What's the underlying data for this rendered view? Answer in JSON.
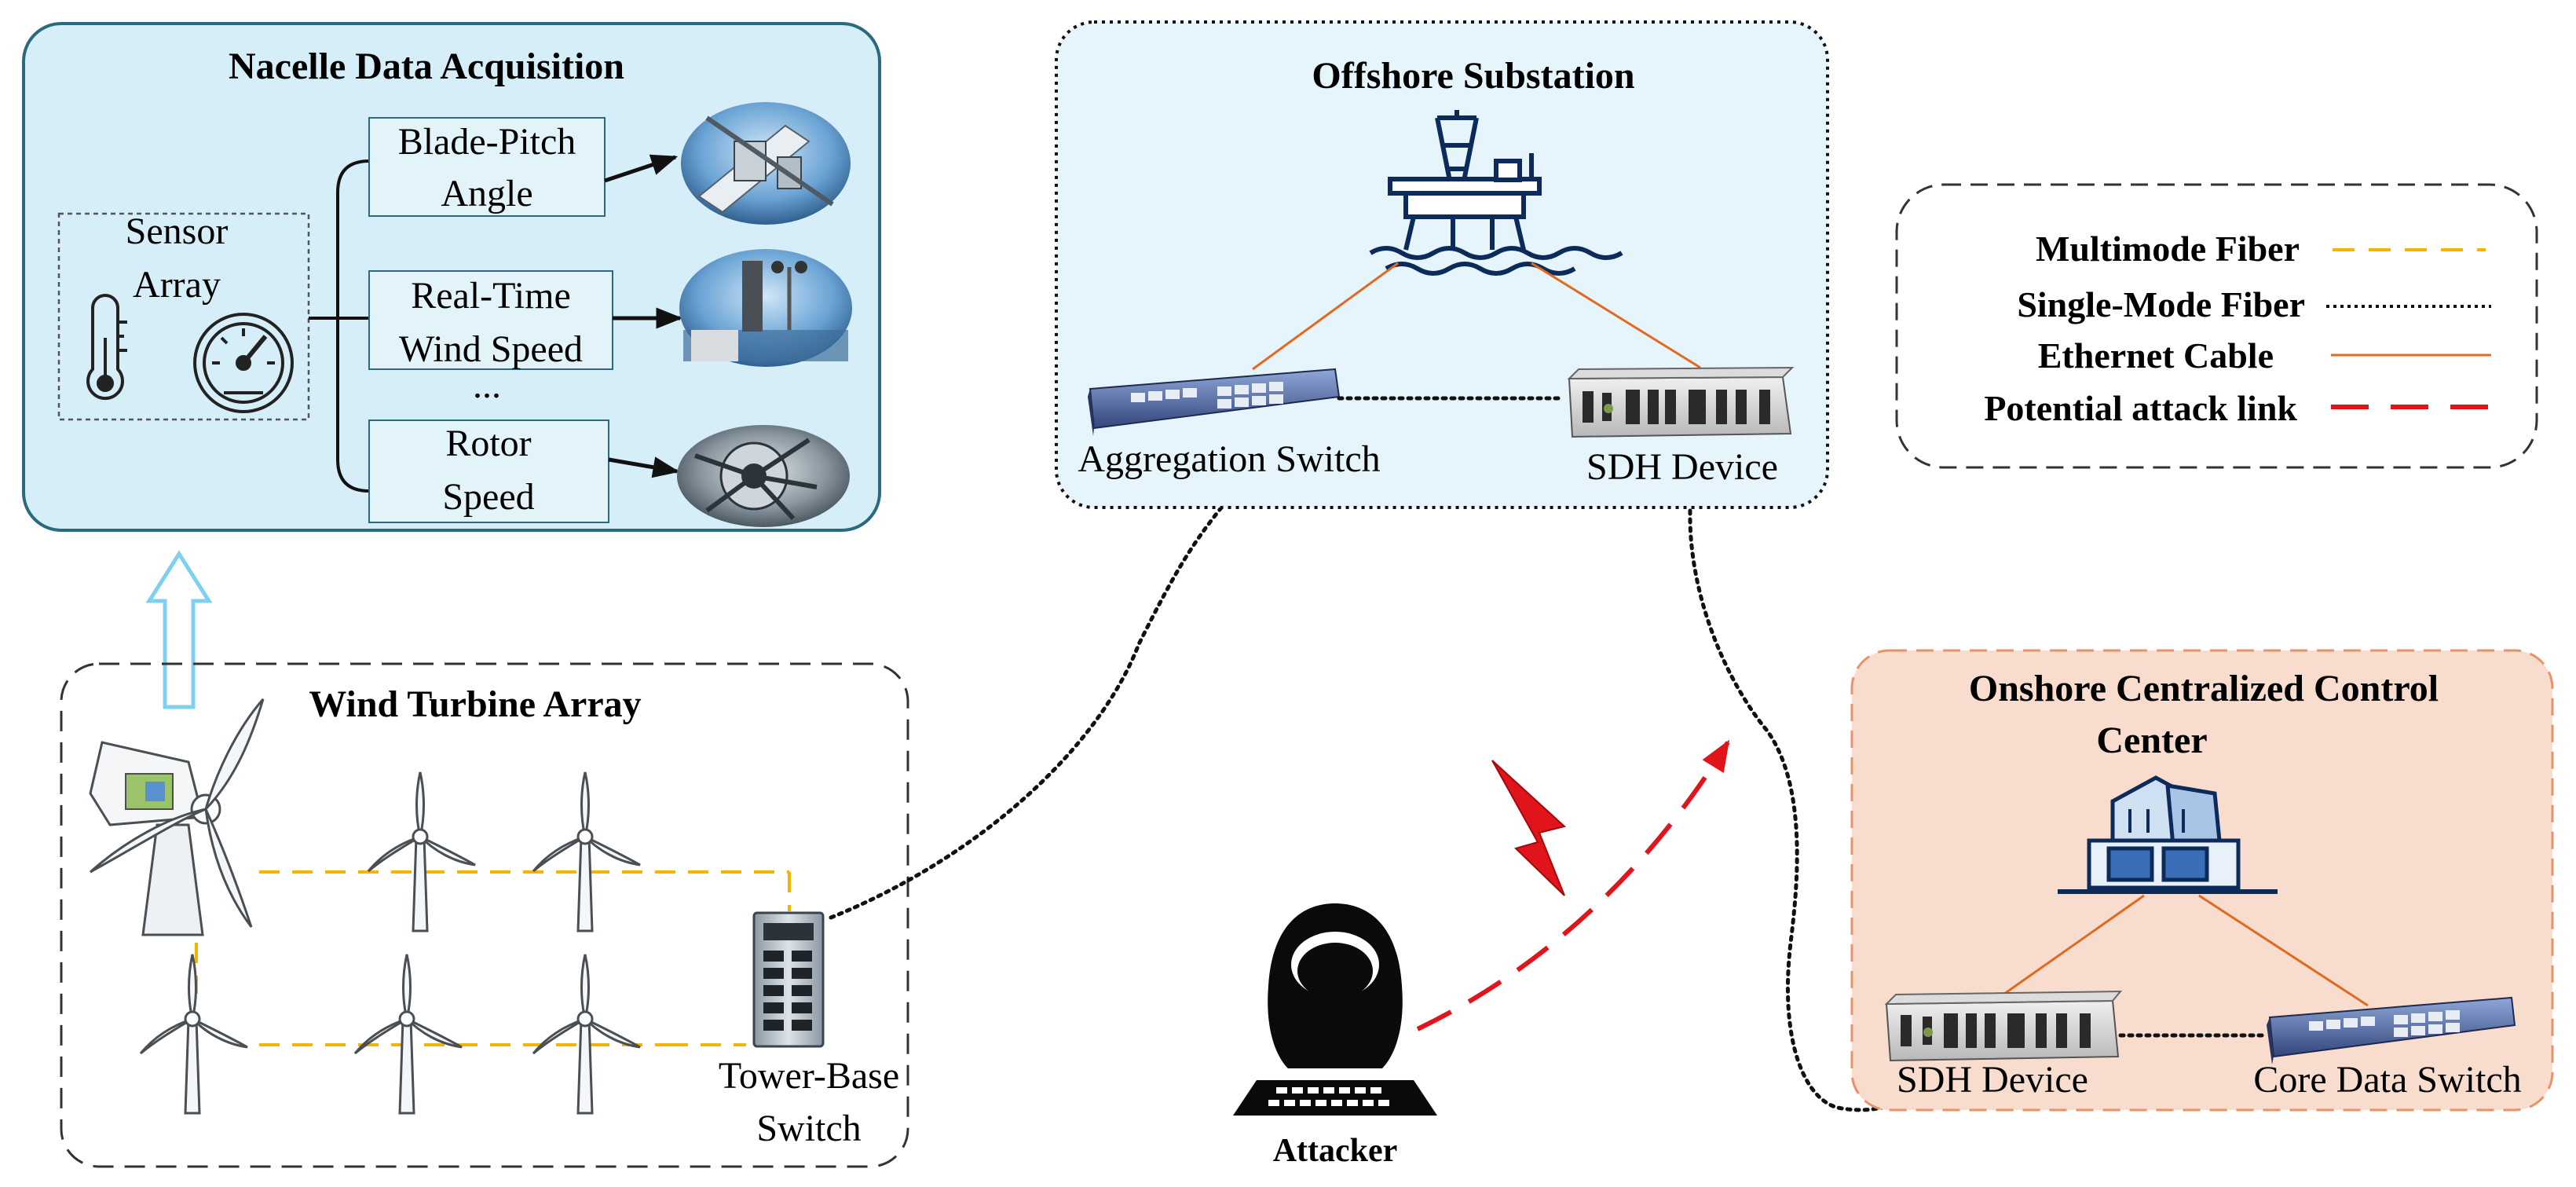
{
  "colors": {
    "nacelle_fill": "#d6eef8",
    "nacelle_stroke": "#2a6a7c",
    "offshore_fill": "#e6f5fb",
    "onshore_fill": "#f8dccd",
    "onshore_stroke": "#e8926a",
    "multimode": "#f2b500",
    "singlemode": "#111111",
    "ethernet": "#e06a22",
    "attack": "#e0141a",
    "upload_arrow": "#7fd0f0"
  },
  "nacelle": {
    "title": "Nacelle Data Acquisition",
    "sensor_array": "Sensor Array",
    "sensor_array_lines": [
      "Sensor",
      "Array"
    ],
    "ellipsis": "...",
    "items": [
      {
        "lines": [
          "Blade-Pitch",
          "Angle"
        ],
        "icon": "blade-pitch-photo"
      },
      {
        "lines": [
          "Real-Time",
          "Wind Speed"
        ],
        "icon": "anemometer-photo"
      },
      {
        "lines": [
          "Rotor",
          "Speed"
        ],
        "icon": "rotor-photo"
      }
    ]
  },
  "offshore": {
    "title": "Offshore Substation",
    "aggregation_switch": "Aggregation Switch",
    "sdh_device": "SDH Device",
    "platform_icon": "oil-platform-icon"
  },
  "legend": {
    "items": [
      {
        "label": "Multimode Fiber",
        "style": "multimode"
      },
      {
        "label": "Single-Mode Fiber",
        "style": "singlemode"
      },
      {
        "label": "Ethernet Cable",
        "style": "ethernet"
      },
      {
        "label": "Potential attack link",
        "style": "attack"
      }
    ]
  },
  "wind_array": {
    "title": "Wind Turbine Array",
    "tower_switch_lines": [
      "Tower-Base",
      "Switch"
    ]
  },
  "onshore": {
    "title_lines": [
      "Onshore Centralized Control",
      "Center"
    ],
    "sdh_device": "SDH Device",
    "core_switch": "Core Data Switch",
    "building_icon": "control-center-icon"
  },
  "attacker": {
    "label": "Attacker",
    "icon": "hacker-icon",
    "lightning_icon": "lightning-icon"
  }
}
